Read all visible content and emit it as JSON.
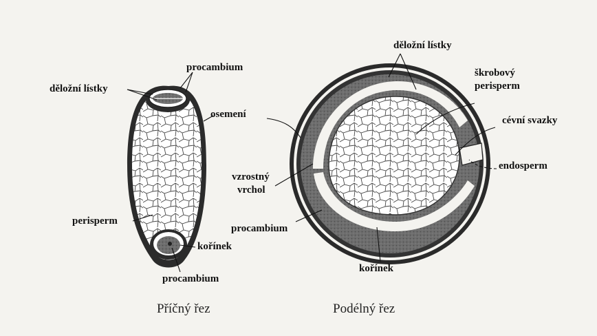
{
  "cross_section": {
    "caption": "Příčný řez",
    "labels": {
      "procambium_top": "procambium",
      "cotyledons": "děložní lístky",
      "seed_coat": "osemení",
      "perisperm": "perisperm",
      "radicle": "kořínek",
      "procambium_bottom": "procambium"
    }
  },
  "longitudinal_section": {
    "caption": "Podélný řez",
    "labels": {
      "cotyledons": "děložní lístky",
      "starch_perisperm_line1": "škrobový",
      "starch_perisperm_line2": "perisperm",
      "vascular_bundles": "cévní svazky",
      "endosperm": "endosperm",
      "growing_tip_line1": "vzrostný",
      "growing_tip_line2": "vrchol",
      "procambium": "procambium",
      "radicle": "kořínek"
    }
  },
  "colors": {
    "background": "#f4f3ef",
    "dark_tissue": "#5a5a5a",
    "cell_fill": "#ffffff",
    "cell_line": "#333333"
  }
}
